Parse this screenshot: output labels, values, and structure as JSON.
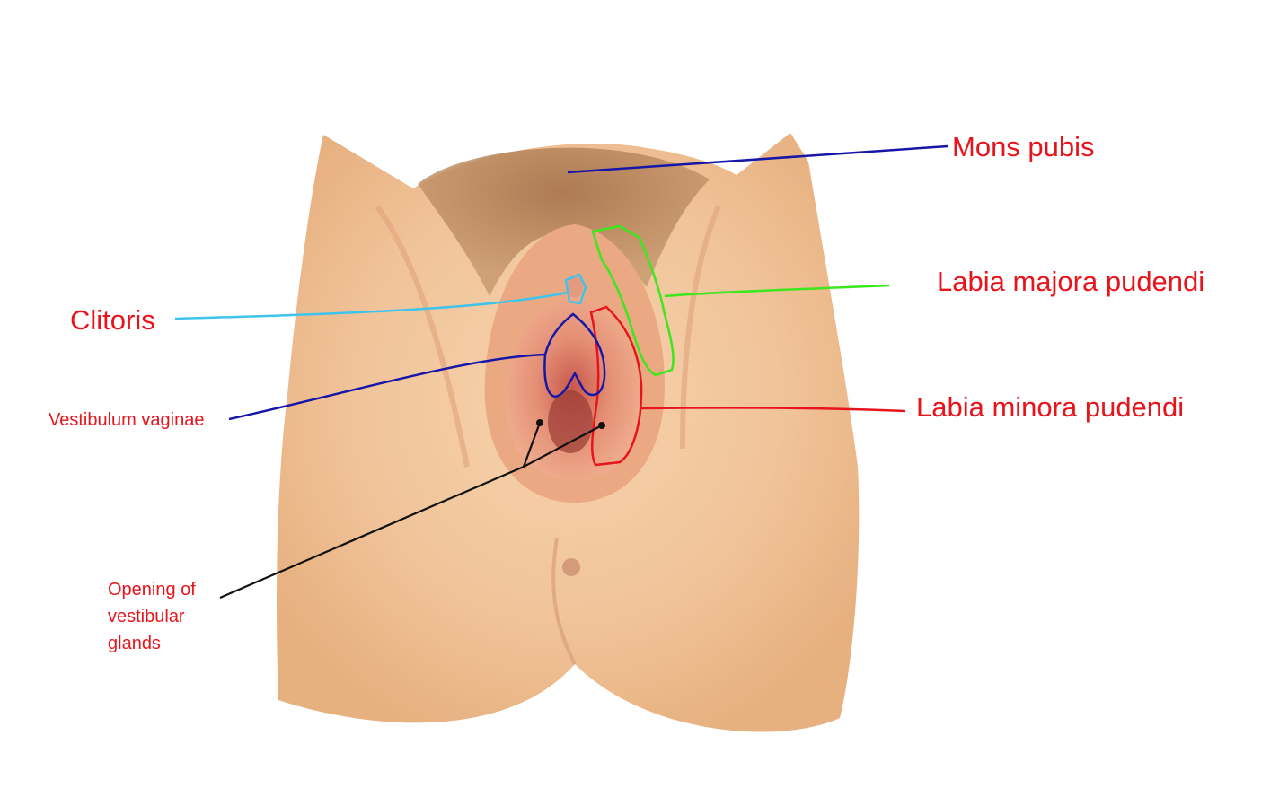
{
  "labels": {
    "mons_pubis": "Mons pubis",
    "labia_majora": "Labia majora pudendi",
    "clitoris": "Clitoris",
    "labia_minora": "Labia minora pudendi",
    "vestibulum": "Vestibulum vaginae",
    "vestibular_glands_line1": "Opening of",
    "vestibular_glands_line2": "vestibular",
    "vestibular_glands_line3": "glands"
  },
  "colors": {
    "label_text": "#e8141c",
    "mons_line": "#1616a8",
    "labia_majora_line": "#3ee61e",
    "clitoris_line": "#3ec4ec",
    "labia_minora_line": "#e8141c",
    "vestibulum_line": "#1616a8",
    "glands_line": "#111111",
    "skin": "#f3c9a0"
  }
}
